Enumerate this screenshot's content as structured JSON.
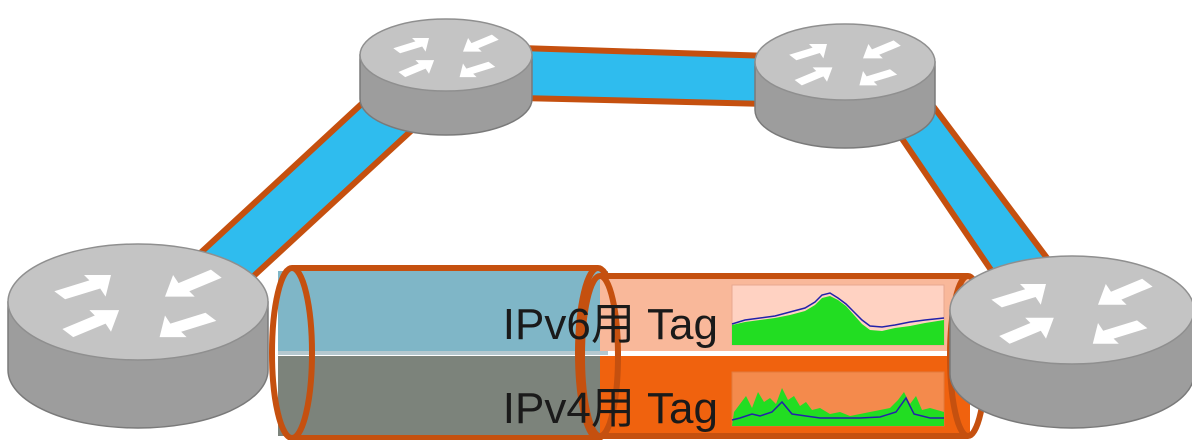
{
  "tunnel": {
    "ipv6_label": "IPv6用 Tag",
    "ipv4_label": "IPv4用 Tag"
  },
  "routers": [
    "router-top-left",
    "router-top-right",
    "router-bottom-left",
    "router-bottom-right"
  ],
  "colors": {
    "link_fill": "#2fbcee",
    "link_border": "#c5500f",
    "router_body": "#9d9d9d",
    "router_top": "#c4c4c4",
    "ipv6_tube": "#7fb6c7",
    "ipv4_tube": "#7c837b",
    "ipv6_overlay": "#f9b89a",
    "ipv4_overlay": "#f0620e",
    "traffic_fill": "#22dd22",
    "traffic_line": "#2222aa"
  }
}
